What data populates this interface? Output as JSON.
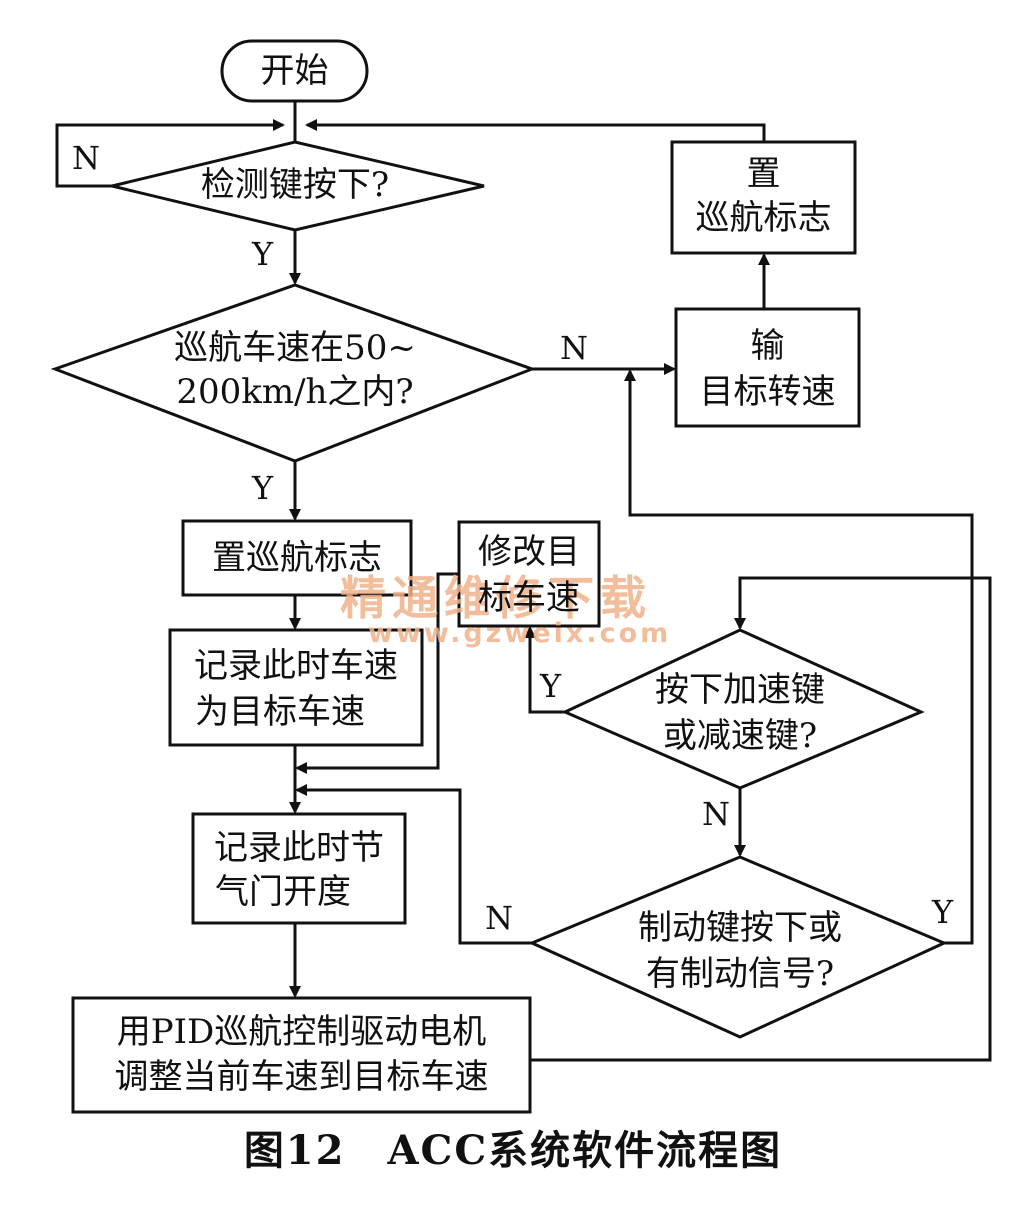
{
  "nodes": {
    "start": "开始",
    "detect_key": "检测键按下?",
    "speed_check_l1": "巡航车速在50~",
    "speed_check_l2": "200km/h之内?",
    "set_flag_main": "置巡航标志",
    "record_speed_l1": "记录此时车速",
    "record_speed_l2": "为目标车速",
    "record_throttle_l1": "记录此时节",
    "record_throttle_l2": "气门开度",
    "pid_l1": "用PID巡航控制驱动电机",
    "pid_l2": "调整当前车速到目标车速",
    "output_l1": "输",
    "output_l2": "目标转速",
    "set_flag_top_l1": "置",
    "set_flag_top_l2": "巡航标志",
    "modify_target_l1": "修改目",
    "modify_target_l2": "标车速",
    "accel_key_l1": "按下加速键",
    "accel_key_l2": "或减速键?",
    "brake_l1": "制动键按下或",
    "brake_l2": "有制动信号?"
  },
  "branch_labels": {
    "detect_no": "N",
    "detect_yes": "Y",
    "speed_no": "N",
    "speed_yes": "Y",
    "accel_yes": "Y",
    "accel_no": "N",
    "brake_no": "N",
    "brake_yes": "Y"
  },
  "watermark": {
    "text": "精通维修下载",
    "url": "www.gzweix.com"
  },
  "caption": "图12　ACC系统软件流程图",
  "colors": {
    "line": "#111111",
    "watermark": "#f0b28a"
  }
}
